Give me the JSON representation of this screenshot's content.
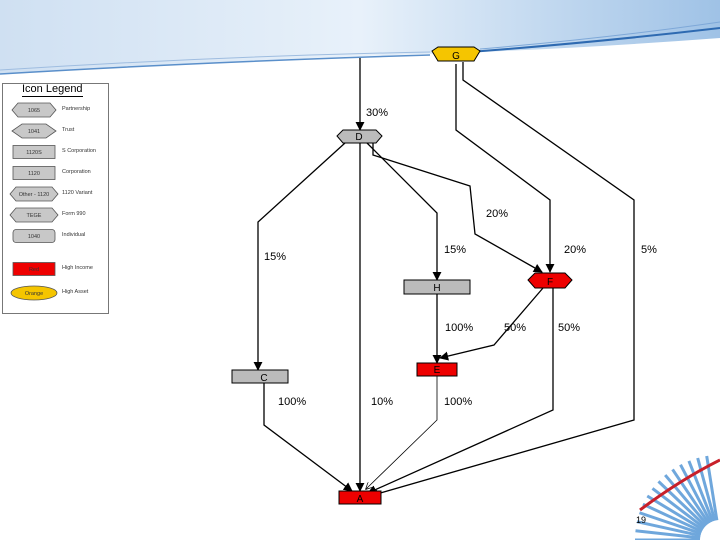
{
  "legend": {
    "title": "Icon Legend",
    "items": [
      {
        "code": "1065",
        "desc": "Partnership",
        "shape": "hexagon-wide"
      },
      {
        "code": "1041",
        "desc": "Trust",
        "shape": "diamond-hex"
      },
      {
        "code": "1120S",
        "desc": "S Corporation",
        "shape": "rect"
      },
      {
        "code": "1120",
        "desc": "Corporation",
        "shape": "rect"
      },
      {
        "code": "Other - 1120",
        "desc": "1120 Variant",
        "shape": "hexagon"
      },
      {
        "code": "TEGE",
        "desc": "Form 990",
        "shape": "hexagon"
      },
      {
        "code": "1040",
        "desc": "Individual",
        "shape": "rounded-rect"
      },
      {
        "code": "Red",
        "desc": "High Income",
        "shape": "red-rect",
        "color": "#ee0000"
      },
      {
        "code": "Orange",
        "desc": "High Asset",
        "shape": "orange-ellipse",
        "color": "#f5c500"
      }
    ]
  },
  "nodes": {
    "G": {
      "label": "G",
      "color": "#f5c500"
    },
    "D": {
      "label": "D",
      "color": "#bbbbbb"
    },
    "H": {
      "label": "H",
      "color": "#bbbbbb"
    },
    "F": {
      "label": "F",
      "color": "#ee0000"
    },
    "E": {
      "label": "E",
      "color": "#ee0000"
    },
    "C": {
      "label": "C",
      "color": "#bbbbbb"
    },
    "A": {
      "label": "A",
      "color": "#ee0000"
    }
  },
  "percentages": {
    "g_d": "30%",
    "d_f": "20%",
    "d_c": "15%",
    "d_h": "15%",
    "g_f": "20%",
    "g_a": "5%",
    "h_e": "100%",
    "f_e": "50%",
    "f_a": "50%",
    "c_a": "100%",
    "d_a": "10%",
    "e_a": "100%"
  },
  "page_number": "19",
  "colors": {
    "header_blue": "#3a72b8",
    "accent_red": "#c8202a"
  }
}
